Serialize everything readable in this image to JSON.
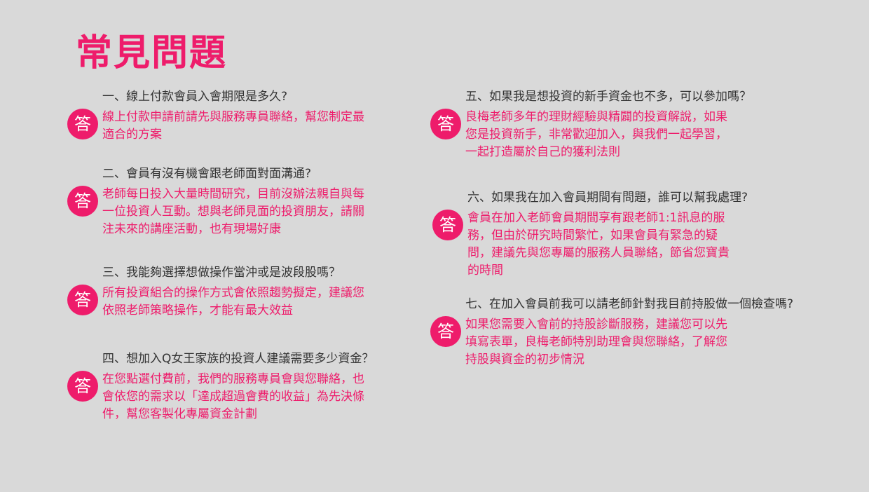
{
  "title": "常見問題",
  "badge_label": "答",
  "faqs": [
    {
      "q": "一、線上付款會員入會期限是多久?",
      "a": "線上付款申請前請先與服務專員聯絡，幫您制定最適合的方案"
    },
    {
      "q": "二、會員有沒有機會跟老師面對面溝通?",
      "a": "老師每日投入大量時間研究，目前沒辦法親自與每一位投資人互動。想與老師見面的投資朋友，請關注未來的講座活動，也有現場好康"
    },
    {
      "q": "三、我能夠選擇想做操作當沖或是波段股嗎？",
      "a": "所有投資組合的操作方式會依照趨勢擬定，建議您依照老師策略操作，才能有最大效益"
    },
    {
      "q": "四、想加入Q女王家族的投資人建議需要多少資金？",
      "a": "在您點選付費前，我們的服務專員會與您聯絡，也會依您的需求以「達成超過會費的收益」為先決條件，幫您客製化專屬資金計劃"
    },
    {
      "q": "五、如果我是想投資的新手資金也不多，可以參加嗎？",
      "a": "良梅老師多年的理財經驗與精闢的投資解說，如果您是投資新手，非常歡迎加入，與我們一起學習，一起打造屬於自己的獲利法則"
    },
    {
      "q": "六、如果我在加入會員期間有問題，誰可以幫我處理?",
      "a": "會員在加入老師會員期間享有跟老師1:1訊息的服務，但由於研究時間繁忙，如果會員有緊急的疑問，建議先與您專屬的服務人員聯絡，節省您寶貴的時間"
    },
    {
      "q": "七、在加入會員前我可以請老師針對我目前持股做一個檢查嗎?",
      "a": "如果您需要入會前的持股診斷服務，建議您可以先填寫表單，良梅老師特別助理會與您聯絡，了解您持股與資金的初步情況"
    }
  ]
}
